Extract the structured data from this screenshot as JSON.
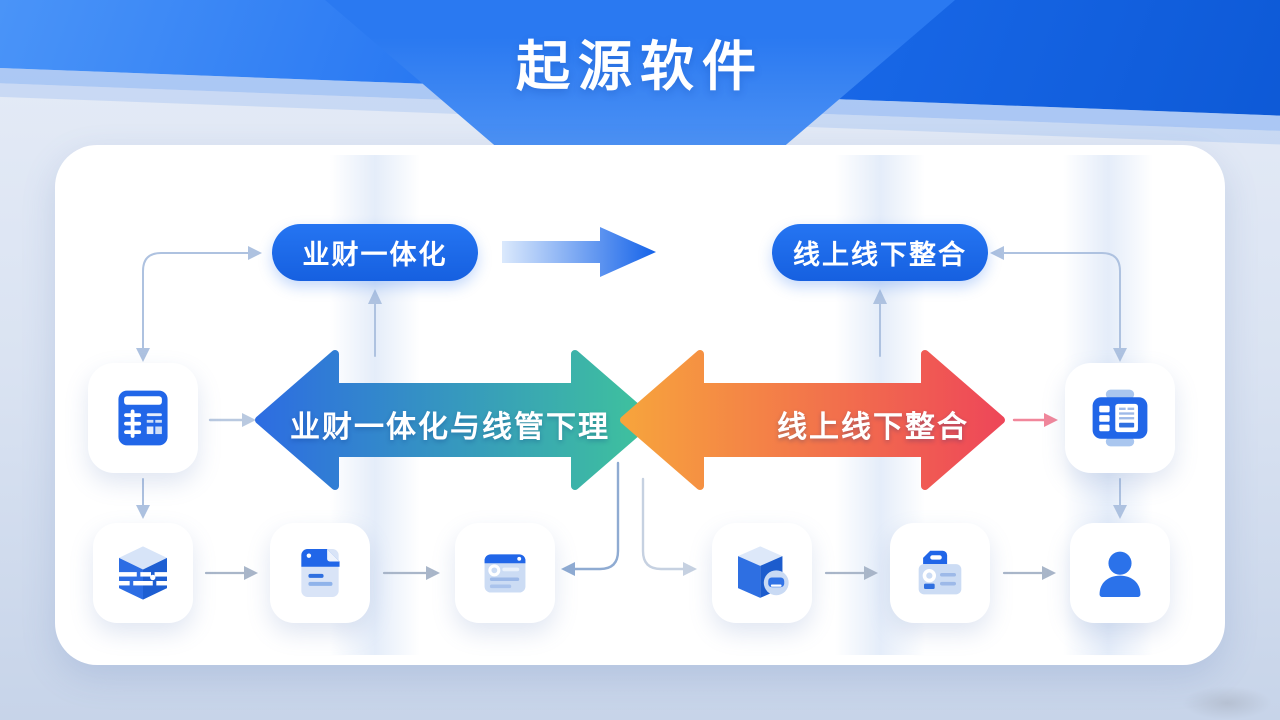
{
  "header": {
    "title": "起源软件",
    "bg_color": "#1e6ff0"
  },
  "pills": [
    {
      "label": "业财一体化",
      "color": "#1b6bf0"
    },
    {
      "label": "线上线下整合",
      "color": "#1b6bf0"
    }
  ],
  "flow_arrow": {
    "name": "blue-right-flow-arrow",
    "color": "#1563e9"
  },
  "main_arrows": [
    {
      "label": "业财一体化与线管下理",
      "direction": "double-headed",
      "gradient": [
        "#2d6ce2",
        "#3fc49b"
      ]
    },
    {
      "label": "线上线下整合",
      "direction": "double-headed",
      "gradient": [
        "#f7a53c",
        "#ee4659"
      ]
    }
  ],
  "side_icons": [
    {
      "name": "ledger-calculator-icon"
    },
    {
      "name": "pos-terminal-icon"
    }
  ],
  "bottom_icons": [
    {
      "name": "warehouse-icon"
    },
    {
      "name": "document-icon"
    },
    {
      "name": "receipt-icon"
    },
    {
      "name": "package-chat-icon"
    },
    {
      "name": "member-card-icon"
    },
    {
      "name": "user-icon"
    }
  ],
  "connector_colors": {
    "primary": "#aec2e0",
    "gray": "#a9b6c9",
    "pink": "#f1879b"
  }
}
